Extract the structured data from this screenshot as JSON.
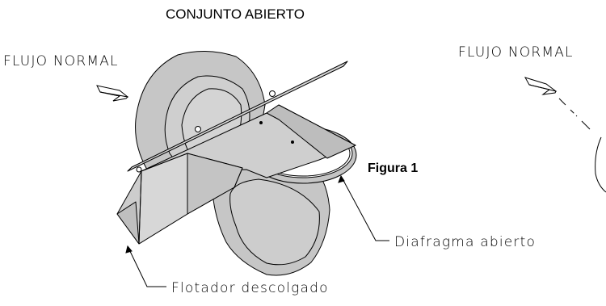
{
  "title": "CONJUNTO ABIERTO",
  "labels": {
    "flow_left": "FLUJO  NORMAL",
    "flow_right": "FLUJO  NORMAL",
    "figure": "Figura 1",
    "diaphragm": "Diafragma  abierto",
    "float": "Flotador  descolgado"
  },
  "colors": {
    "fill_gray": "#c8c8c8",
    "fill_light": "#d8d8d8",
    "line": "#000000",
    "background": "#ffffff"
  }
}
